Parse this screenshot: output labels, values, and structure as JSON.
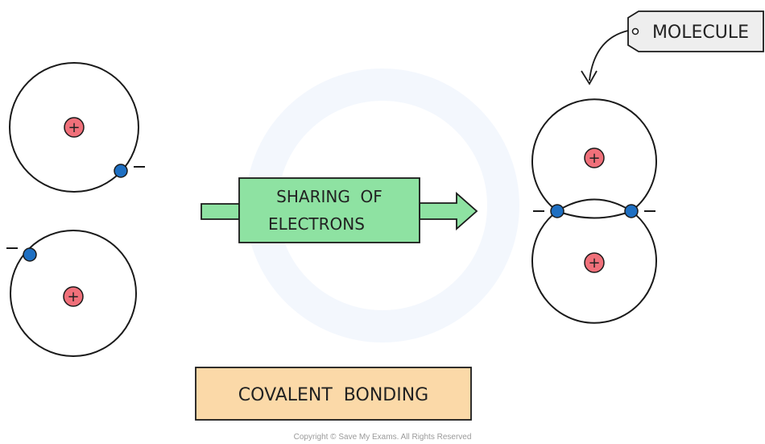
{
  "diagram": {
    "arrow_label_line1": "SHARING  OF",
    "arrow_label_line2": "ELECTRONS",
    "caption": "COVALENT  BONDING",
    "tag_label": "MOLECULE",
    "plus_sign": "+",
    "minus_sign": "−",
    "copyright": "Copyright © Save My Exams. All Rights Reserved"
  },
  "colors": {
    "nucleus": "#f0707a",
    "electron": "#1e6fc2",
    "arrow_fill": "#8ee2a2",
    "caption_fill": "#fbd9a8",
    "tag_fill": "#eeeeee",
    "stroke": "#1a1a1a"
  }
}
